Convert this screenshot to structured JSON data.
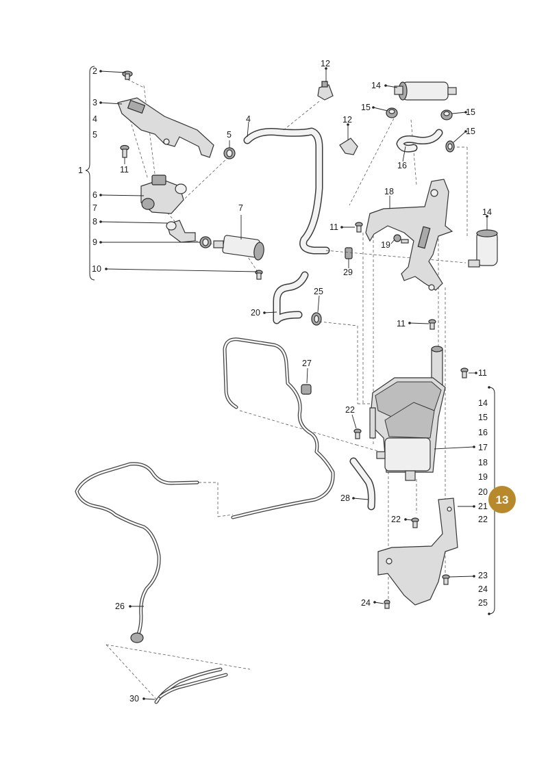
{
  "callouts": {
    "c1": "1",
    "c2": "2",
    "c3": "3",
    "c4": "4",
    "c5": "5",
    "c6": "6",
    "c7": "7",
    "c8": "8",
    "c9": "9",
    "c10": "10",
    "c11": "11",
    "c12": "12",
    "c13": "13",
    "c14": "14",
    "c15": "15",
    "c16": "16",
    "c17": "17",
    "c18": "18",
    "c19": "19",
    "c20": "20",
    "c21": "21",
    "c22": "22",
    "c23": "23",
    "c24": "24",
    "c25": "25",
    "c26": "26",
    "c27": "27",
    "c28": "28",
    "c29": "29",
    "c30": "30"
  },
  "badge": {
    "label": "13",
    "color": "#b8892b"
  },
  "icons": {
    "dot": "callout-dot-icon"
  }
}
